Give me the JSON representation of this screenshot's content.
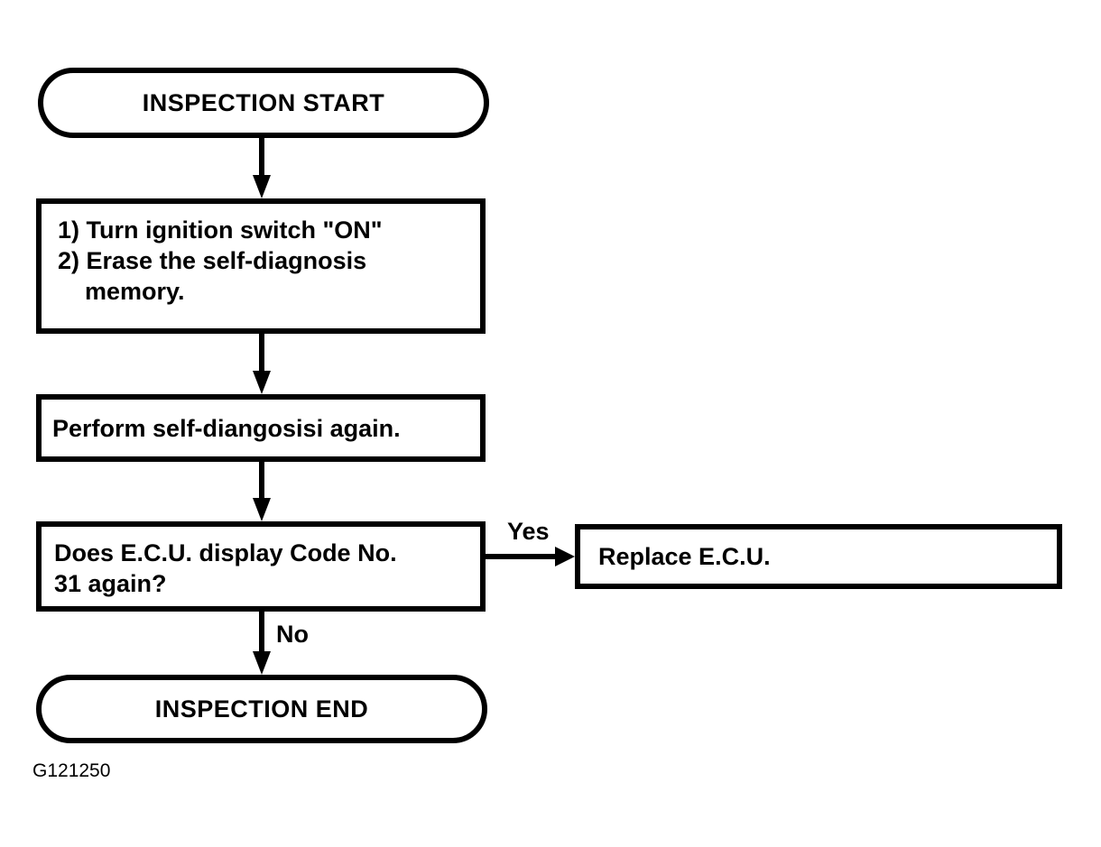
{
  "figure_id": "G121250",
  "colors": {
    "line": "#000000",
    "background": "#ffffff"
  },
  "flowchart": {
    "start": {
      "label": "INSPECTION START"
    },
    "step_erase": {
      "line1": "1) Turn ignition switch \"ON\"",
      "line2": "2) Erase the self-diagnosis",
      "line3": "memory."
    },
    "step_self_diagnosis": {
      "label": "Perform self-diangosisi again."
    },
    "decision_code31": {
      "line1": "Does E.C.U. display Code No.",
      "line2": "31 again?"
    },
    "edge_yes": {
      "label": "Yes"
    },
    "edge_no": {
      "label": "No"
    },
    "action_replace": {
      "label": "Replace E.C.U."
    },
    "end": {
      "label": "INSPECTION END"
    }
  }
}
